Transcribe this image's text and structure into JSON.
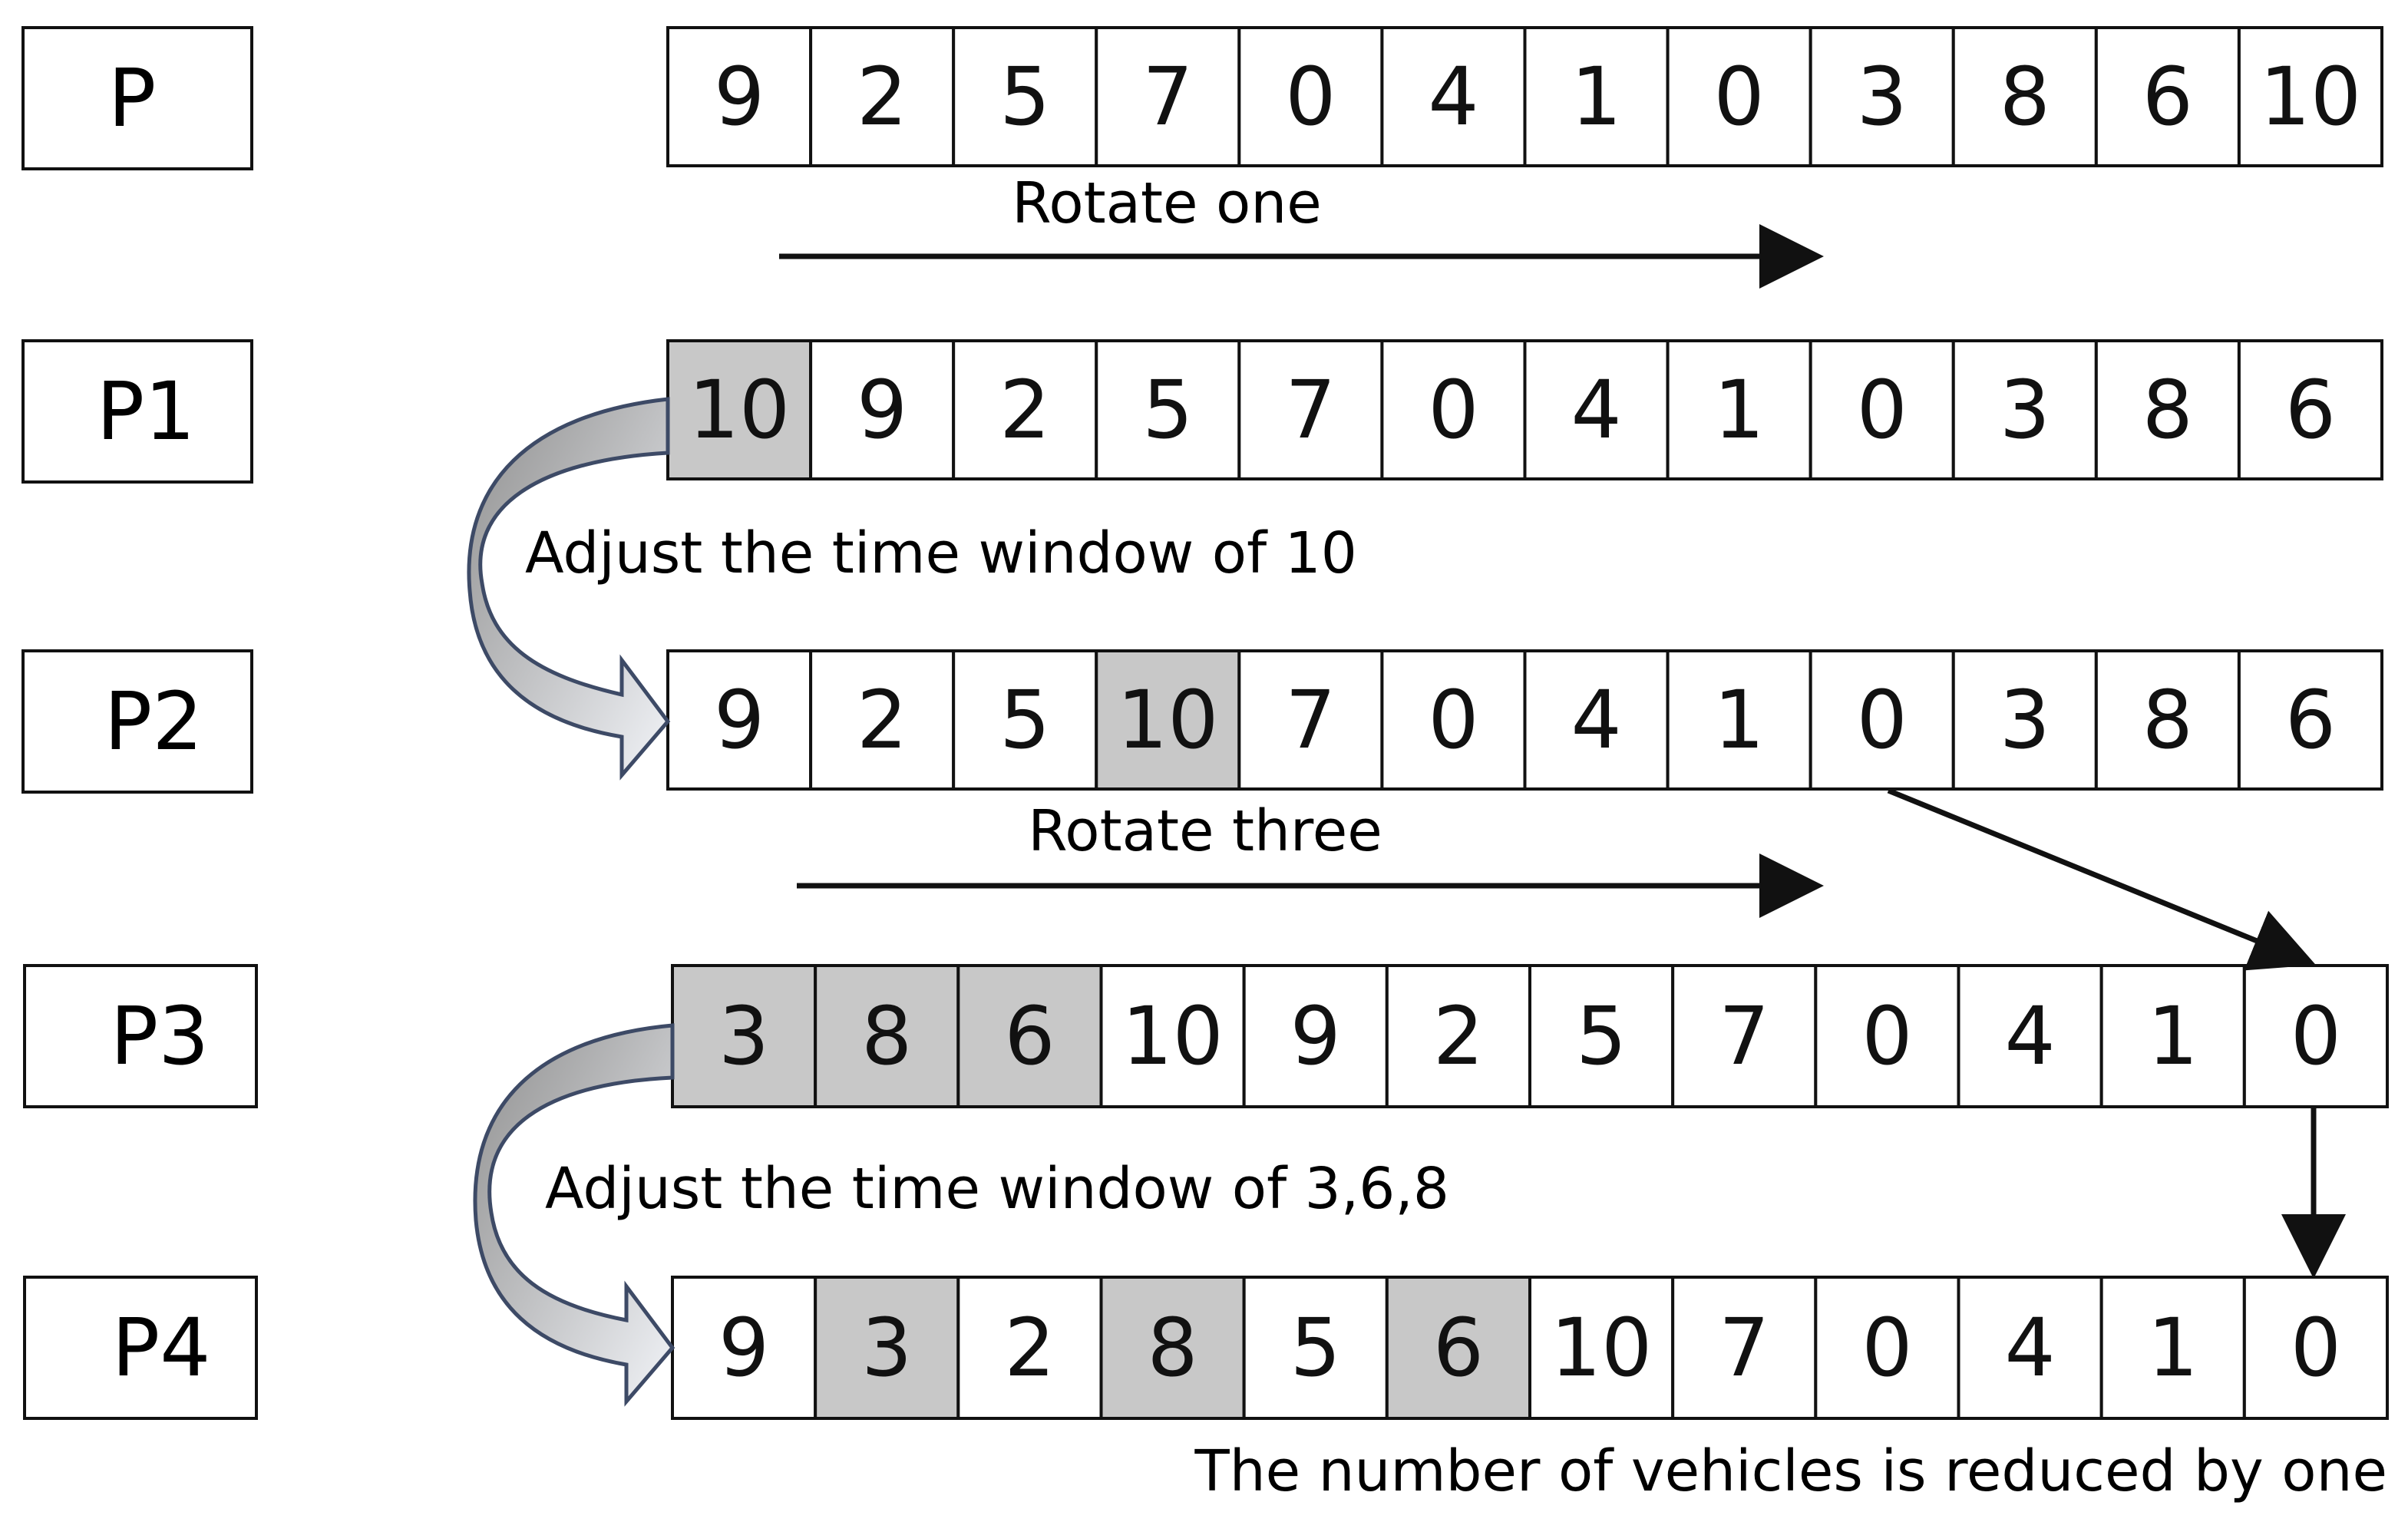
{
  "colors": {
    "stroke": "#111111",
    "highlight": "#c8c8c8",
    "background": "#ffffff",
    "curve_stroke": "#3d4a66",
    "curve_fill_dark": "#8f8f8f",
    "curve_fill_light": "#f1f3f7"
  },
  "rows": [
    {
      "label": "P",
      "cells": [
        "9",
        "2",
        "5",
        "7",
        "0",
        "4",
        "1",
        "0",
        "3",
        "8",
        "6",
        "10"
      ],
      "highlighted": []
    },
    {
      "label": "P1",
      "cells": [
        "10",
        "9",
        "2",
        "5",
        "7",
        "0",
        "4",
        "1",
        "0",
        "3",
        "8",
        "6"
      ],
      "highlighted": [
        0
      ]
    },
    {
      "label": "P2",
      "cells": [
        "9",
        "2",
        "5",
        "10",
        "7",
        "0",
        "4",
        "1",
        "0",
        "3",
        "8",
        "6"
      ],
      "highlighted": [
        3
      ]
    },
    {
      "label": "P3",
      "cells": [
        "3",
        "8",
        "6",
        "10",
        "9",
        "2",
        "5",
        "7",
        "0",
        "4",
        "1",
        "0"
      ],
      "highlighted": [
        0,
        1,
        2
      ]
    },
    {
      "label": "P4",
      "cells": [
        "9",
        "3",
        "2",
        "8",
        "5",
        "6",
        "10",
        "7",
        "0",
        "4",
        "1",
        "0"
      ],
      "highlighted": [
        1,
        3,
        5
      ]
    }
  ],
  "annotations": {
    "rotate_one": "Rotate one",
    "adjust_10": "Adjust the time window of 10",
    "rotate_three": "Rotate three",
    "adjust_368": "Adjust the time window of  3,6,8",
    "vehicles_reduced": "The number of vehicles is reduced by one"
  }
}
